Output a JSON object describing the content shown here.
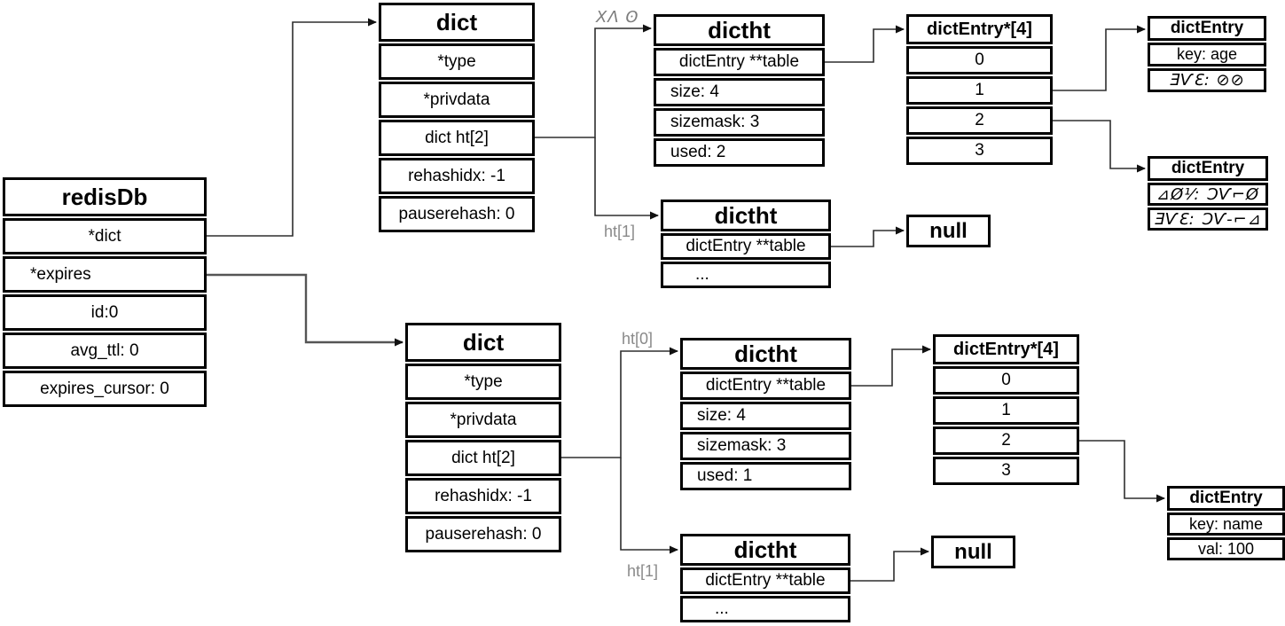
{
  "diagram": {
    "boxes": {
      "redisdb": {
        "title": "redisDb",
        "rows": [
          "*dict",
          "*expires",
          "id:0",
          "avg_ttl: 0",
          "expires_cursor: 0"
        ]
      },
      "dict_top": {
        "title": "dict",
        "rows": [
          "*type",
          "*privdata",
          "dict ht[2]",
          "rehashidx: -1",
          "pauserehash: 0"
        ]
      },
      "dictht_top0": {
        "title": "dictht",
        "rows": [
          "dictEntry **table",
          "size: 4",
          "sizemask: 3",
          "used: 2"
        ]
      },
      "dictht_top1": {
        "title": "dictht",
        "rows": [
          "dictEntry **table",
          "..."
        ]
      },
      "null_top": {
        "title": "null"
      },
      "arr_top": {
        "title": "dictEntry*[4]",
        "rows": [
          "0",
          "1",
          "2",
          "3"
        ]
      },
      "entry_age": {
        "title": "dictEntry",
        "rows": [
          "key: age",
          "ƎѴƐ: ⊘⊘"
        ]
      },
      "entry_garbled": {
        "title": "dictEntry",
        "rows": [
          "⊿Ø⅟: ƆѴ⌐Ø",
          "ƎѴƐ: ƆѴ-⌐⊿"
        ]
      },
      "dict_bottom": {
        "title": "dict",
        "rows": [
          "*type",
          "*privdata",
          "dict ht[2]",
          "rehashidx: -1",
          "pauserehash: 0"
        ]
      },
      "dictht_bottom0": {
        "title": "dictht",
        "rows": [
          "dictEntry **table",
          "size: 4",
          "sizemask: 3",
          "used: 1"
        ]
      },
      "dictht_bottom1": {
        "title": "dictht",
        "rows": [
          "dictEntry **table",
          "..."
        ]
      },
      "null_bottom": {
        "title": "null"
      },
      "arr_bottom": {
        "title": "dictEntry*[4]",
        "rows": [
          "0",
          "1",
          "2",
          "3"
        ]
      },
      "entry_name": {
        "title": "dictEntry",
        "rows": [
          "key: name",
          "val: 100"
        ]
      }
    },
    "labels": {
      "ht0_top_garbled": "ΧΛ ʘ",
      "ht1_top": "ht[1]",
      "ht0_bottom": "ht[0]",
      "ht1_bottom": "ht[1]"
    },
    "colors": {
      "background": "#ffffff",
      "border": "#000000",
      "label_gray": "#8a8a8a",
      "connector": "#3a3a3a",
      "connector_gray": "#555555"
    }
  }
}
